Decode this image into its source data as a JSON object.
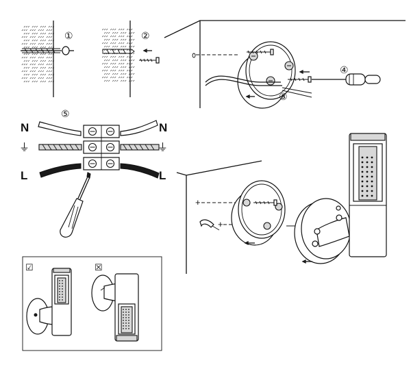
{
  "steps": {
    "s1": "①",
    "s2": "②",
    "s3": "③",
    "s4": "④",
    "s5": "⑤"
  },
  "wiring": {
    "neutral_left": "N",
    "neutral_right": "N",
    "live_left": "L",
    "live_right": "L",
    "earth_left": "⏚",
    "earth_right": "⏚"
  },
  "plus_marks": [
    "+",
    "+"
  ],
  "orientation": {
    "correct": "☑",
    "incorrect": "☒"
  },
  "colors": {
    "line": "#111111",
    "cable_live": "#1a1a1a",
    "cable_neutral": "#ffffff",
    "metal": "#d8d8d8"
  }
}
